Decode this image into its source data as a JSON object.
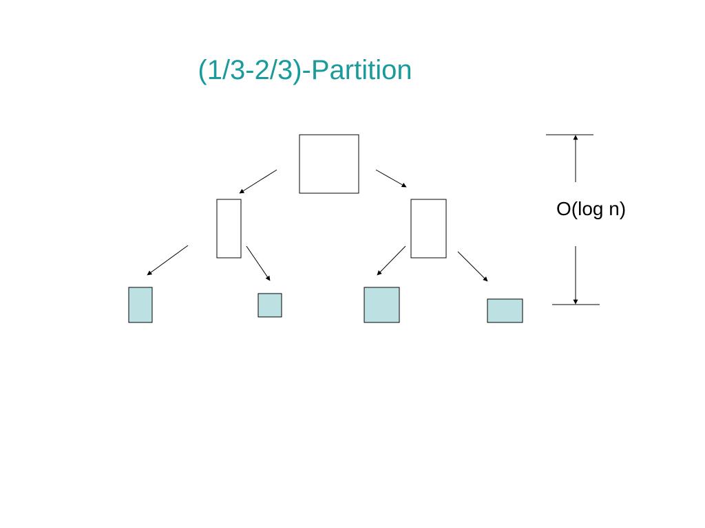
{
  "title": "(1/3-2/3)-Partition",
  "height_annotation": "O(log n)",
  "colors": {
    "title": "#1a9a9a",
    "leaf_fill": "#bde0e2",
    "node_fill": "#ffffff",
    "stroke": "#000000"
  },
  "tree": {
    "root": {
      "type": "internal-node"
    },
    "level1": [
      {
        "type": "internal-node"
      },
      {
        "type": "internal-node"
      }
    ],
    "leaves": [
      {
        "type": "leaf-node"
      },
      {
        "type": "leaf-node"
      },
      {
        "type": "leaf-node"
      },
      {
        "type": "leaf-node"
      }
    ]
  }
}
